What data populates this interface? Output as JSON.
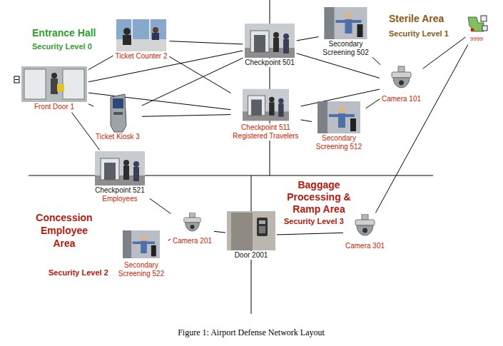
{
  "diagram": {
    "caption": "Figure 1: Airport Defense Network Layout",
    "nodes": [
      {
        "text": [
          "Ticket Counter 2"
        ]
      },
      {
        "text": [
          "Checkpoint 501"
        ]
      },
      {
        "text": [
          "Secondary Screening 502"
        ]
      },
      {
        "text": [
          "Front Door 1"
        ]
      },
      {
        "text": [
          "Camera 101"
        ]
      },
      {
        "text": [
          "9999"
        ]
      },
      {
        "text": [
          "Ticket Kiosk 3"
        ]
      },
      {
        "text": [
          "Checkpoint 511",
          "Registered Travelers"
        ]
      },
      {
        "text": [
          "Secondary Screening 512"
        ]
      },
      {
        "text": [
          "Checkpoint 521",
          "Employees"
        ]
      },
      {
        "text": [
          "Camera 201"
        ]
      },
      {
        "text": [
          "Door 2001"
        ]
      },
      {
        "text": [
          "Camera 301"
        ]
      },
      {
        "text": [
          "Secondary Screening 522"
        ]
      }
    ],
    "edges": [
      {
        "from": 3,
        "to": 0,
        "arrow": "none"
      },
      {
        "from": 3,
        "to": 6,
        "arrow": "none"
      },
      {
        "from": 3,
        "to": 1,
        "arrow": "none"
      },
      {
        "from": 3,
        "to": 7,
        "arrow": "none"
      },
      {
        "from": 3,
        "to": 9,
        "arrow": "none"
      },
      {
        "from": 0,
        "to": 1,
        "arrow": "none"
      },
      {
        "from": 0,
        "to": 7,
        "arrow": "none"
      },
      {
        "from": 6,
        "to": 1,
        "arrow": "none"
      },
      {
        "from": 6,
        "to": 7,
        "arrow": "none"
      },
      {
        "from": 1,
        "to": 2,
        "arrow": "none"
      },
      {
        "from": 1,
        "to": 4,
        "arrow": "none"
      },
      {
        "from": 7,
        "to": 8,
        "arrow": "none"
      },
      {
        "from": 7,
        "to": 4,
        "arrow": "none"
      },
      {
        "from": 2,
        "to": 4,
        "arrow": "none"
      },
      {
        "from": 8,
        "to": 4,
        "arrow": "none"
      },
      {
        "from": 4,
        "to": 5,
        "arrow": "none"
      },
      {
        "from": 12,
        "to": 5,
        "arrow": "none"
      },
      {
        "from": 9,
        "to": 10,
        "arrow": "none"
      },
      {
        "from": 10,
        "to": 13,
        "arrow": "none"
      },
      {
        "from": 10,
        "to": 11,
        "arrow": "none"
      },
      {
        "from": 11,
        "to": 12,
        "arrow": "none"
      }
    ],
    "labels": [
      "Entrance Hall",
      "Security Level 0",
      "Sterile Area",
      "Security Level 1",
      "Concession Employee Area",
      "Security Level 2",
      "Baggage Processing & Ramp Area",
      "Security Level 3"
    ]
  }
}
